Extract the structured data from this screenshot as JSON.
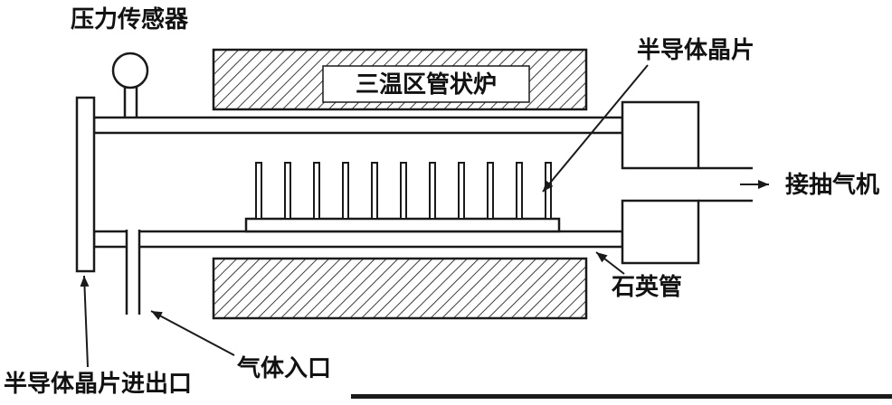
{
  "diagram": {
    "labels": {
      "pressure_sensor": "压力传感器",
      "furnace_zone": "三温区管状炉",
      "semiconductor_wafer": "半导体晶片",
      "to_vacuum_pump": "接抽气机",
      "quartz_tube": "石英管",
      "wafer_loading_port": "半导体晶片进出口",
      "gas_inlet": "气体入口"
    },
    "wafer_fin_count": 11,
    "colors": {
      "line": "#1a1a1a",
      "background": "#ffffff"
    }
  }
}
